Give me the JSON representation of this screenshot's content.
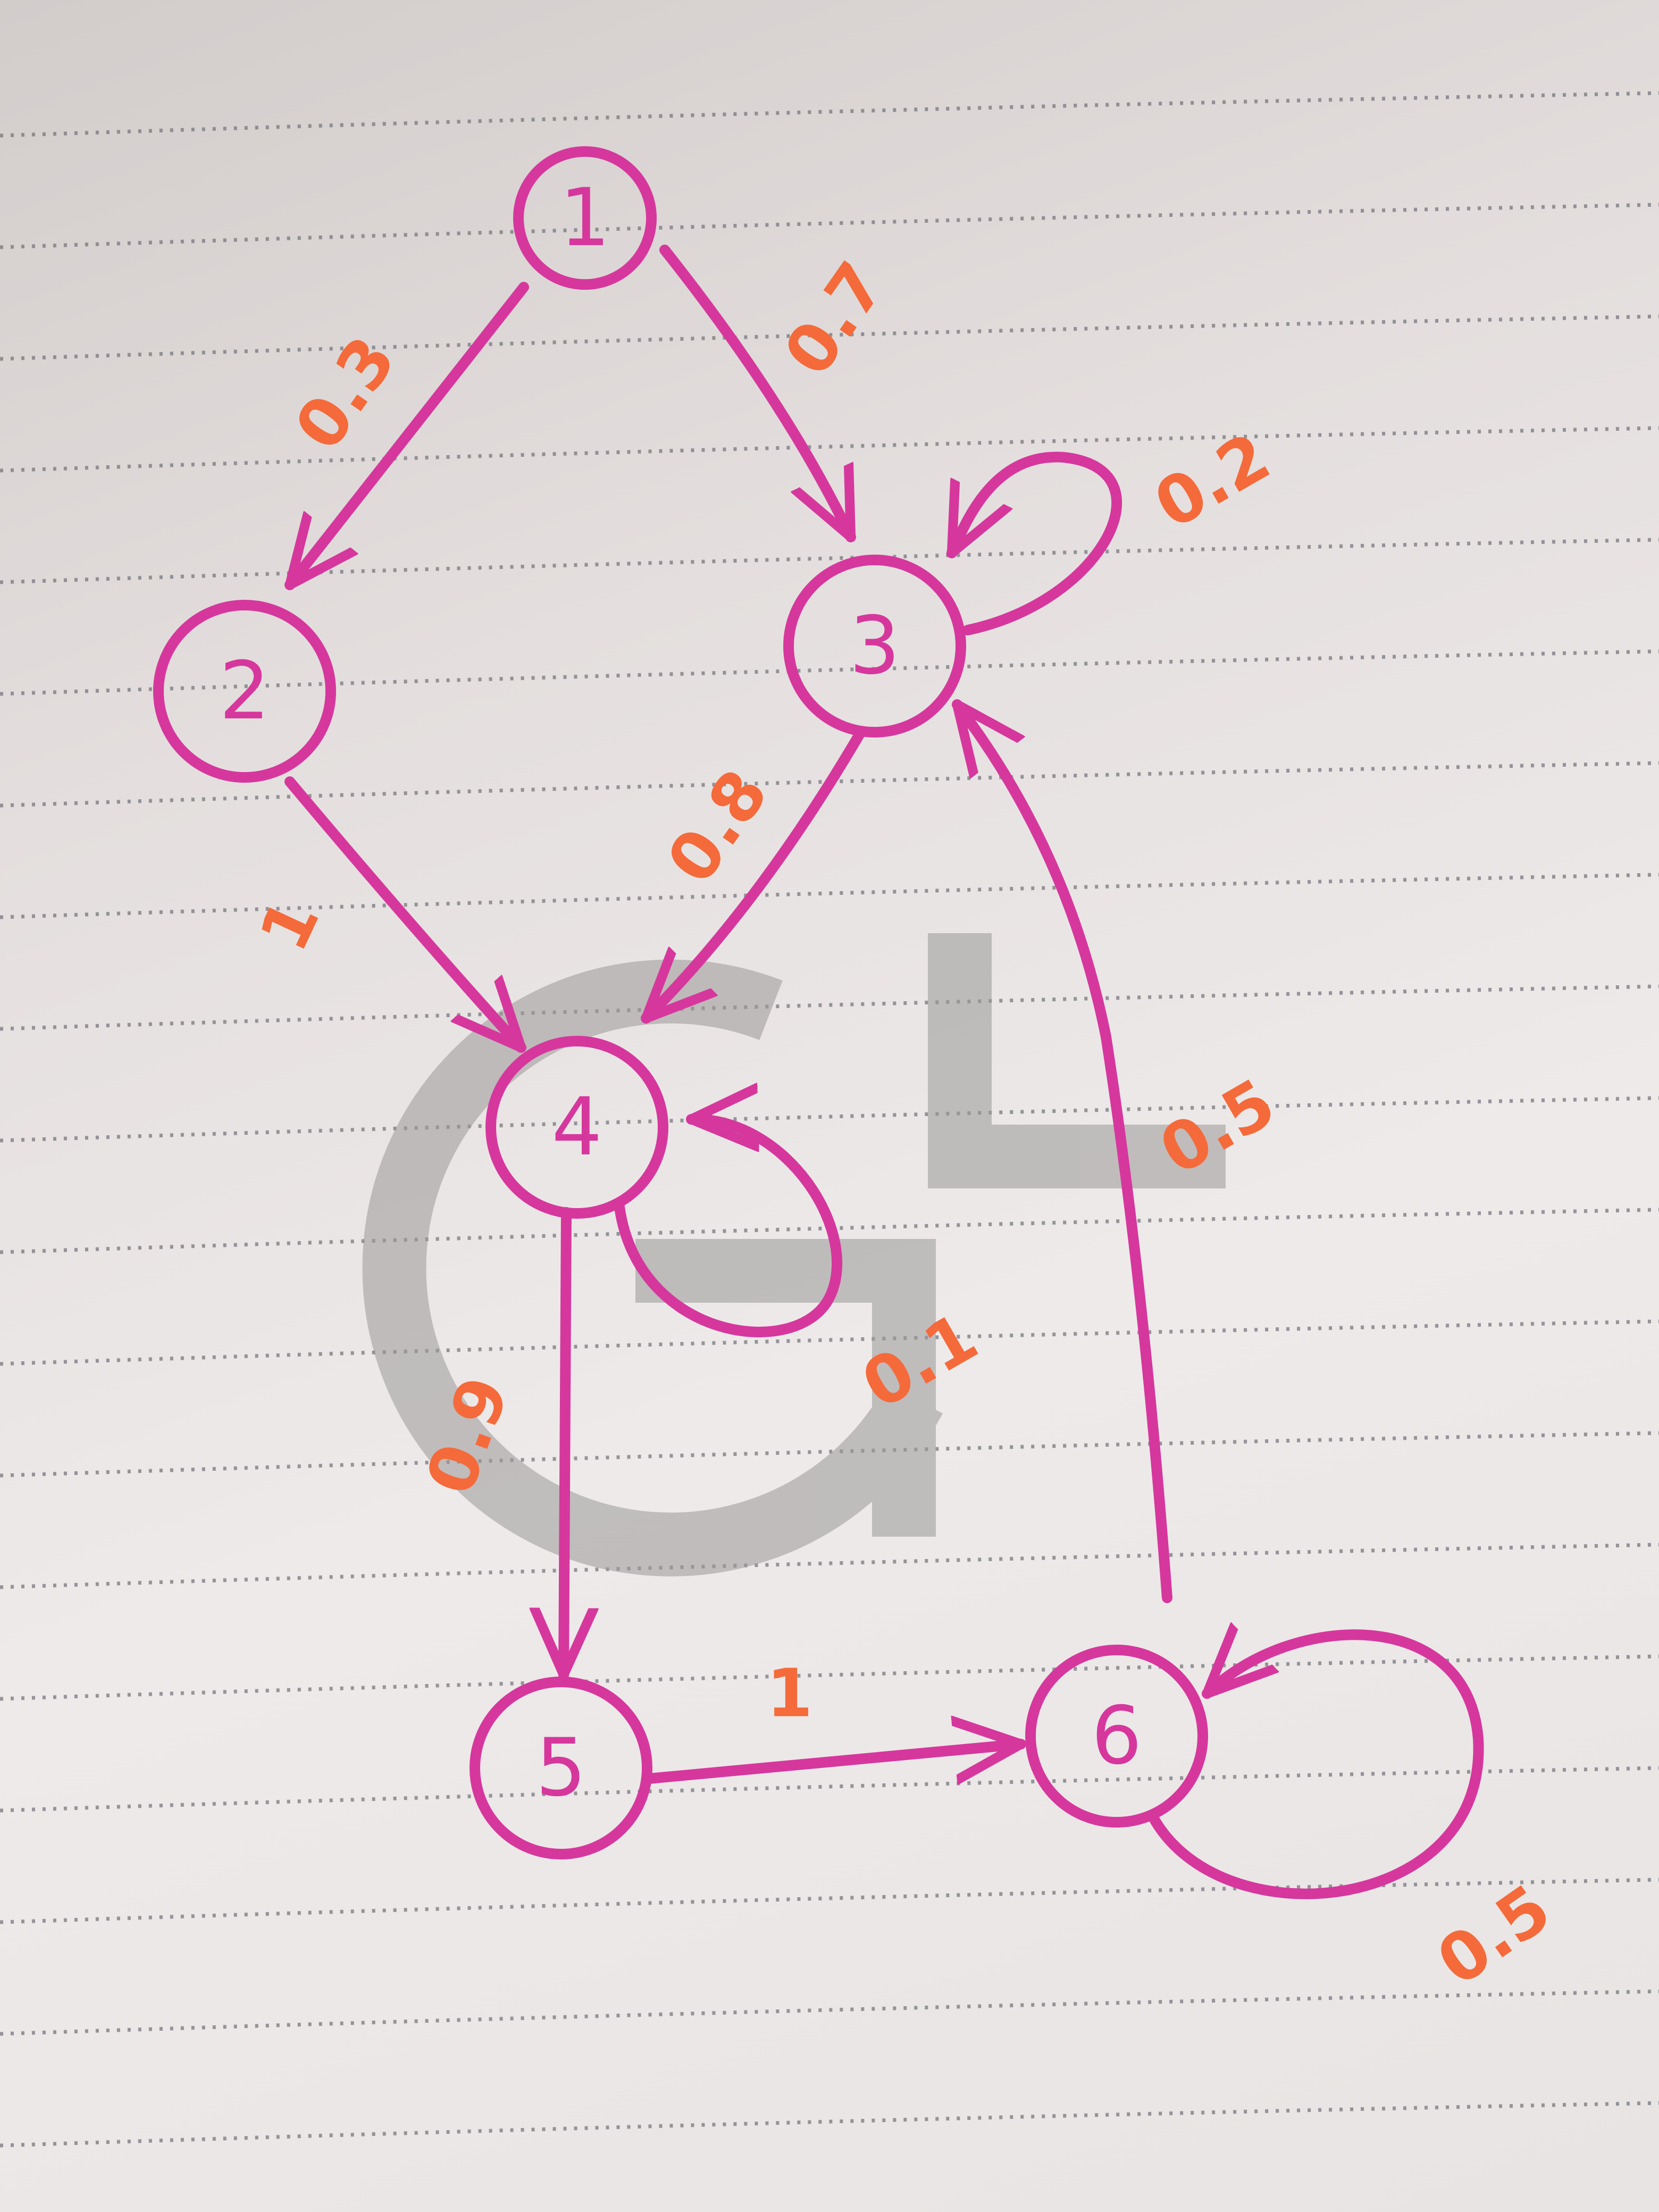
{
  "diagram": {
    "type": "state-transition-graph",
    "colors": {
      "ink": "#d6379d",
      "label": "#f56a3a",
      "ruled-line": "#77777f",
      "watermark": "#9a9898"
    },
    "nodes": [
      {
        "id": "1",
        "label": "1"
      },
      {
        "id": "2",
        "label": "2"
      },
      {
        "id": "3",
        "label": "3"
      },
      {
        "id": "4",
        "label": "4"
      },
      {
        "id": "5",
        "label": "5"
      },
      {
        "id": "6",
        "label": "6"
      }
    ],
    "edges": [
      {
        "id": "1-2",
        "from": "1",
        "to": "2",
        "label": "0.3"
      },
      {
        "id": "1-3",
        "from": "1",
        "to": "3",
        "label": "0.7"
      },
      {
        "id": "3-3",
        "from": "3",
        "to": "3",
        "label": "0.2"
      },
      {
        "id": "2-4",
        "from": "2",
        "to": "4",
        "label": "1"
      },
      {
        "id": "3-4",
        "from": "3",
        "to": "4",
        "label": "0.8"
      },
      {
        "id": "4-4",
        "from": "4",
        "to": "4",
        "label": "0.1"
      },
      {
        "id": "4-5",
        "from": "4",
        "to": "5",
        "label": "0.9"
      },
      {
        "id": "5-6",
        "from": "5",
        "to": "6",
        "label": "1"
      },
      {
        "id": "6-3",
        "from": "6",
        "to": "3",
        "label": "0.5"
      },
      {
        "id": "6-6",
        "from": "6",
        "to": "6",
        "label": "0.5"
      }
    ],
    "watermark": {
      "logo": "GL-monogram"
    }
  }
}
